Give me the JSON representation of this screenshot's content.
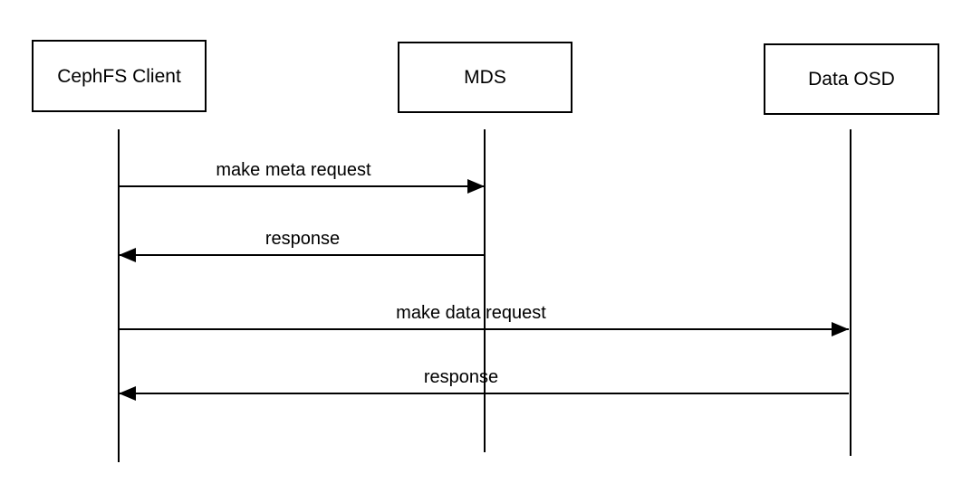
{
  "diagram": {
    "type": "sequence",
    "participants": [
      {
        "id": "cephfs-client",
        "label": "CephFS Client"
      },
      {
        "id": "mds",
        "label": "MDS"
      },
      {
        "id": "data-osd",
        "label": "Data OSD"
      }
    ],
    "messages": [
      {
        "label": "make meta request",
        "from": "cephfs-client",
        "to": "mds",
        "direction": "right"
      },
      {
        "label": "response",
        "from": "mds",
        "to": "cephfs-client",
        "direction": "left"
      },
      {
        "label": "make data request",
        "from": "cephfs-client",
        "to": "data-osd",
        "direction": "right"
      },
      {
        "label": "response",
        "from": "data-osd",
        "to": "cephfs-client",
        "direction": "left"
      }
    ],
    "colors": {
      "stroke": "#000000",
      "text": "#000000",
      "background": "#ffffff"
    }
  }
}
